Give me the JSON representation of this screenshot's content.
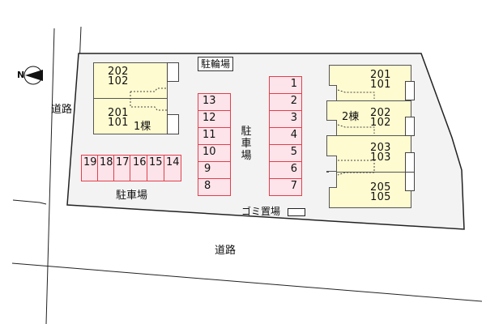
{
  "map": {
    "compass": {
      "label": "N",
      "icon": "north-arrow-icon"
    },
    "roads": {
      "west": "道路",
      "south": "道路"
    },
    "bicycle_parking": "駐輪場",
    "garbage": "ゴミ置場",
    "parking_label": "駐車場",
    "parking_label_vertical": [
      "駐",
      "車",
      "場"
    ],
    "building1": {
      "name": "1棵",
      "units": [
        {
          "upper": "202",
          "lower": "102"
        },
        {
          "upper": "201",
          "lower": "101"
        }
      ]
    },
    "building2": {
      "name": "2棟",
      "units": [
        {
          "upper": "201",
          "lower": "101"
        },
        {
          "upper": "202",
          "lower": "102"
        },
        {
          "upper": "203",
          "lower": "103"
        },
        {
          "upper": "205",
          "lower": "105"
        }
      ]
    },
    "parking_bottom_row": [
      "19",
      "18",
      "17",
      "16",
      "15",
      "14"
    ],
    "parking_left_column": [
      "13",
      "12",
      "11",
      "10",
      "9",
      "8"
    ],
    "parking_right_column": [
      "1",
      "2",
      "3",
      "4",
      "5",
      "6",
      "7"
    ],
    "colors": {
      "lot_fill": "#f3f3f3",
      "building_fill": "#fffbd0",
      "parking_fill": "#fde4ea",
      "parking_border": "#e0404c"
    }
  }
}
